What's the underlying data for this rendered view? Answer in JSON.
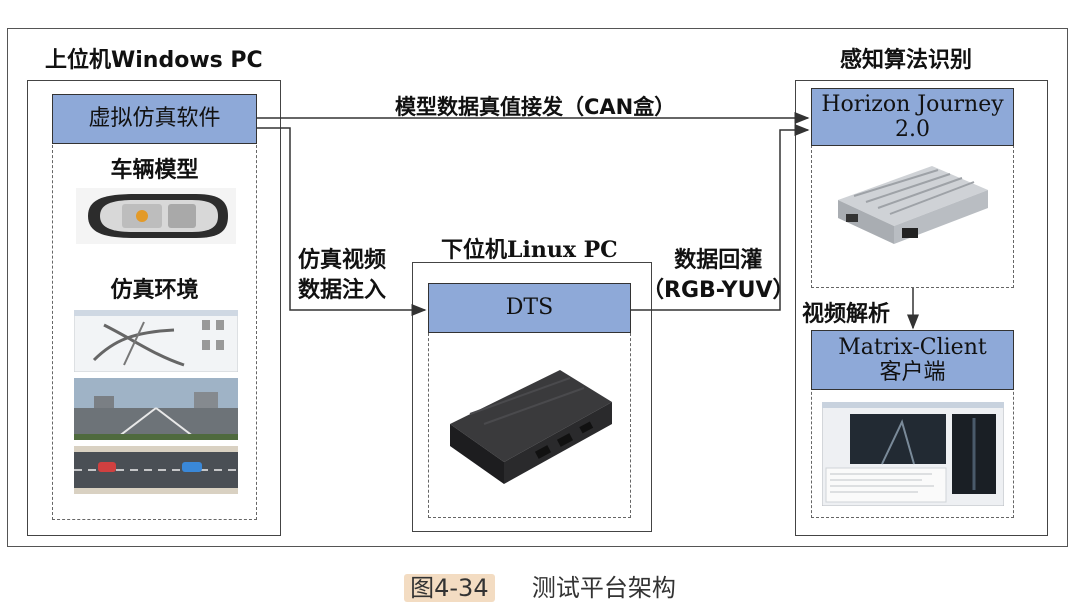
{
  "left_pc": {
    "title": "上位机Windows PC",
    "sim_software": "虚拟仿真软件",
    "vehicle_model": "车辆模型",
    "sim_env": "仿真环境"
  },
  "lower_pc": {
    "title": "下位机Linux PC",
    "dts": "DTS"
  },
  "perception": {
    "title": "感知算法识别",
    "horizon_line1": "Horizon Journey",
    "horizon_line2": "2.0",
    "matrix_line1": "Matrix-Client",
    "matrix_line2": "客户端"
  },
  "arrows": {
    "top_label": "模型数据真值接发（CAN盒）",
    "video_inject_line1": "仿真视频",
    "video_inject_line2": "数据注入",
    "data_back_line1": "数据回灌",
    "data_back_line2": "（RGB-YUV）",
    "video_parse": "视频解析"
  },
  "caption": {
    "figure": "图4-34",
    "text": "测试平台架构"
  },
  "colors": {
    "box_fill": "#8ea9d8",
    "caption_highlight": "#f3dcc2"
  }
}
